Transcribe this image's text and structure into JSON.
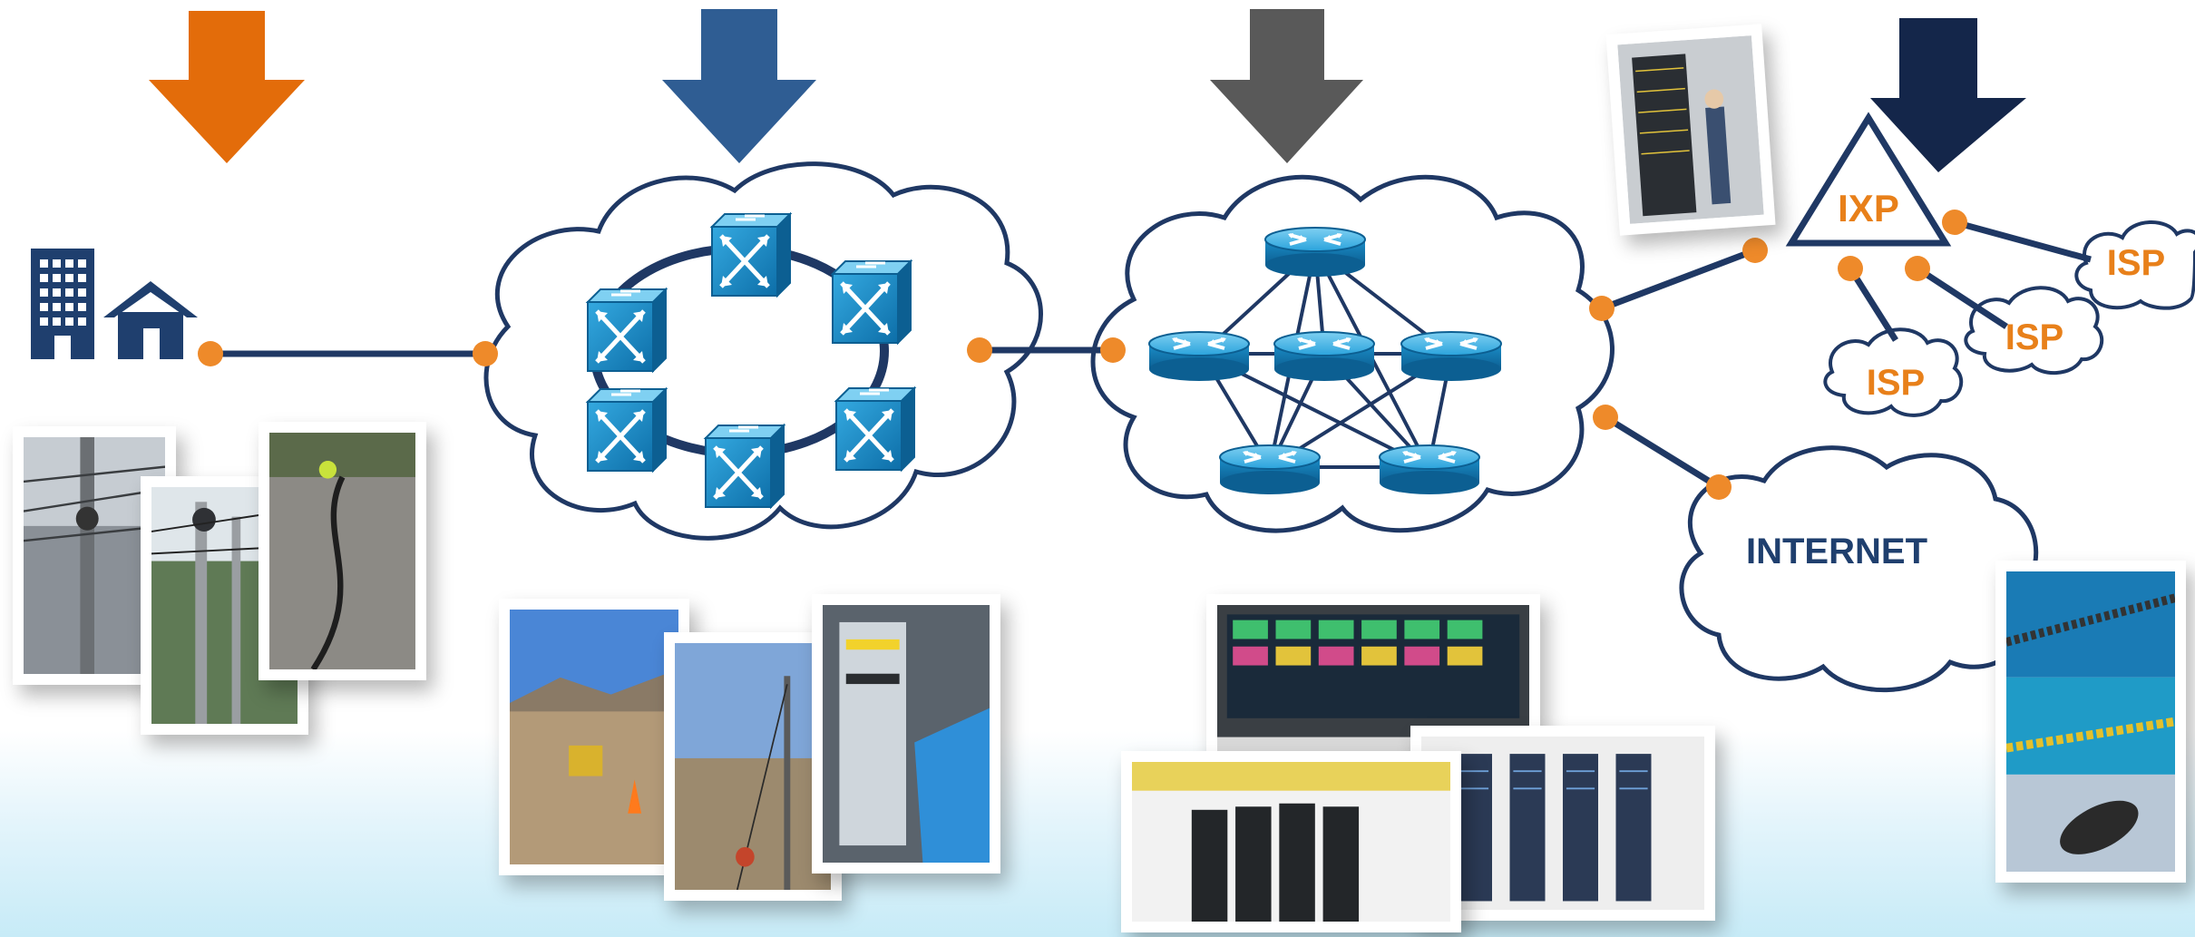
{
  "labels": {
    "ixp": "IXP",
    "isp_right": "ISP",
    "isp_middle": "ISP",
    "isp_bottom": "ISP",
    "internet": "INTERNET"
  },
  "colors": {
    "arrow_access": "#e36c0a",
    "arrow_backhaul": "#2f5d93",
    "arrow_core": "#595959",
    "arrow_interconnect": "#14264a",
    "link_line": "#1f3864",
    "connector_dot": "#ee8a2a",
    "device_blue": "#1b8ec9",
    "label_orange": "#e8801a"
  },
  "icons": [
    "down-arrow-icon",
    "office-building-icon",
    "house-icon",
    "optical-switch-icon",
    "router-icon",
    "cloud-icon"
  ]
}
